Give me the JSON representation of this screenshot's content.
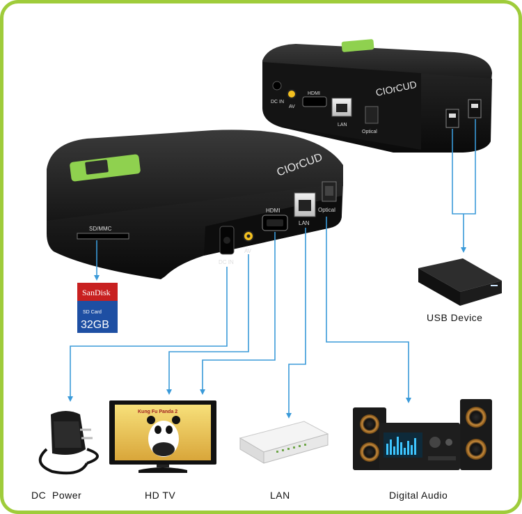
{
  "devices": {
    "front_box": {
      "brand": "CIOrCUD",
      "ports": {
        "sd_slot": "SD/MMC",
        "dc_in": "DC IN",
        "av": "AV",
        "hdmi": "HDMI",
        "lan": "LAN",
        "optical": "Optical"
      }
    },
    "rear_box": {
      "brand": "CIOrCUD",
      "ports": {
        "dc_in": "DC IN",
        "av": "AV",
        "hdmi": "HDMI",
        "lan": "LAN",
        "optical": "Optical"
      }
    },
    "sd_card": {
      "brand": "SanDisk",
      "type": "SD Card",
      "capacity": "32GB"
    },
    "tv_screen_text": "Kung Fu Panda 2"
  },
  "labels": {
    "usb_device": "USB Device",
    "dc_power": "DC  Power",
    "hd_tv": "HD TV",
    "lan": "LAN",
    "digital_audio": "Digital Audio"
  },
  "colors": {
    "frame": "#9fcc3b",
    "connector_lines": "#3a9ad9",
    "box_body": "#1b1b1b",
    "accent_green": "#8fd14f"
  }
}
